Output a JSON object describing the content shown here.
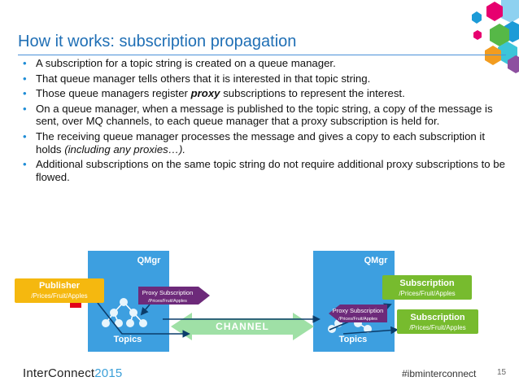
{
  "slide": {
    "title": "How it works: subscription propagation",
    "bullets": [
      {
        "parts": [
          {
            "text": "A subscription for a topic string is created on a queue manager."
          }
        ]
      },
      {
        "parts": [
          {
            "text": "That queue manager tells others that it is interested in that topic string."
          }
        ]
      },
      {
        "parts": [
          {
            "text": "Those queue managers register "
          },
          {
            "text": "proxy",
            "style": "bold-italic"
          },
          {
            "text": " subscriptions to represent the interest."
          }
        ]
      },
      {
        "parts": [
          {
            "text": "On a queue manager, when a message is published to the topic string, a copy of the message is sent, over MQ channels, to each queue manager that a proxy subscription is held for."
          }
        ]
      },
      {
        "parts": [
          {
            "text": "The receiving queue manager processes the message and gives a copy to each subscription it holds "
          },
          {
            "text": "(including any proxies…).",
            "style": "italic"
          }
        ]
      },
      {
        "parts": [
          {
            "text": "Additional subscriptions on the same topic string do not require additional proxy subscriptions to be flowed."
          }
        ]
      }
    ]
  },
  "diagram": {
    "qmgr_left_label": "QMgr",
    "qmgr_right_label": "QMgr",
    "topics_left_label": "Topics",
    "topics_right_label": "Topics",
    "channel_label": "CHANNEL",
    "publisher": {
      "title": "Publisher",
      "topic": "/Prices/Fruit/Apples"
    },
    "proxy_left": {
      "title": "Proxy Subscription",
      "topic": "/Prices/Fruit/Apples"
    },
    "proxy_right": {
      "title": "Proxy Subscription",
      "topic": "/Prices/Fruit/Apples"
    },
    "subscription_1": {
      "title": "Subscription",
      "topic": "/Prices/Fruit/Apples"
    },
    "subscription_2": {
      "title": "Subscription",
      "topic": "/Prices/Fruit/Apples"
    },
    "colors": {
      "qmgr_box": "#3d9fe0",
      "publisher": "#f5b80f",
      "subscription": "#77bb2e",
      "proxy": "#6d2a7a",
      "channel": "#9fe0a6",
      "accent_red": "#e2001a"
    }
  },
  "footer": {
    "brand": "InterConnect",
    "year": "2015",
    "hashtag": "#ibminterconnect",
    "page_number": "15"
  }
}
